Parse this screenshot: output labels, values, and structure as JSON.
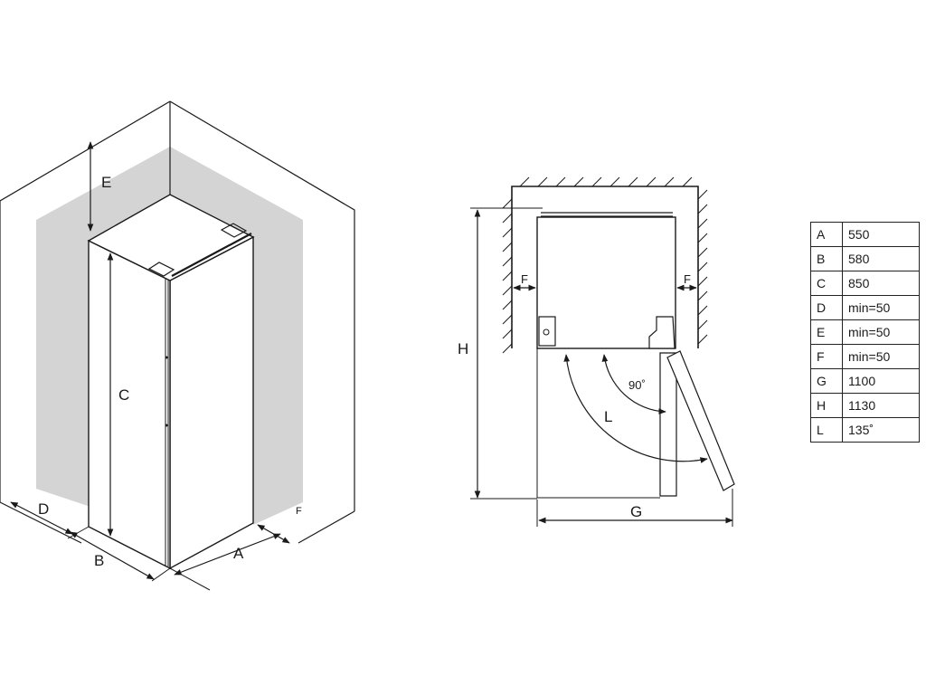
{
  "perspective_view": {
    "labels": {
      "A": "A",
      "B": "B",
      "C": "C",
      "D": "D",
      "E": "E",
      "F": "F"
    }
  },
  "plan_view": {
    "labels": {
      "F_left": "F",
      "F_right": "F",
      "G": "G",
      "H": "H",
      "L": "L",
      "angle_90": "90˚"
    }
  },
  "dimension_table": {
    "rows": [
      {
        "key": "A",
        "value": "550"
      },
      {
        "key": "B",
        "value": "580"
      },
      {
        "key": "C",
        "value": "850"
      },
      {
        "key": "D",
        "value": "min=50"
      },
      {
        "key": "E",
        "value": "min=50"
      },
      {
        "key": "F",
        "value": "min=50"
      },
      {
        "key": "G",
        "value": "1100"
      },
      {
        "key": "H",
        "value": "1130"
      },
      {
        "key": "L",
        "value": "135˚"
      }
    ]
  },
  "colors": {
    "line": "#1a1a1a",
    "clearance_shade": "#d4d4d4"
  }
}
